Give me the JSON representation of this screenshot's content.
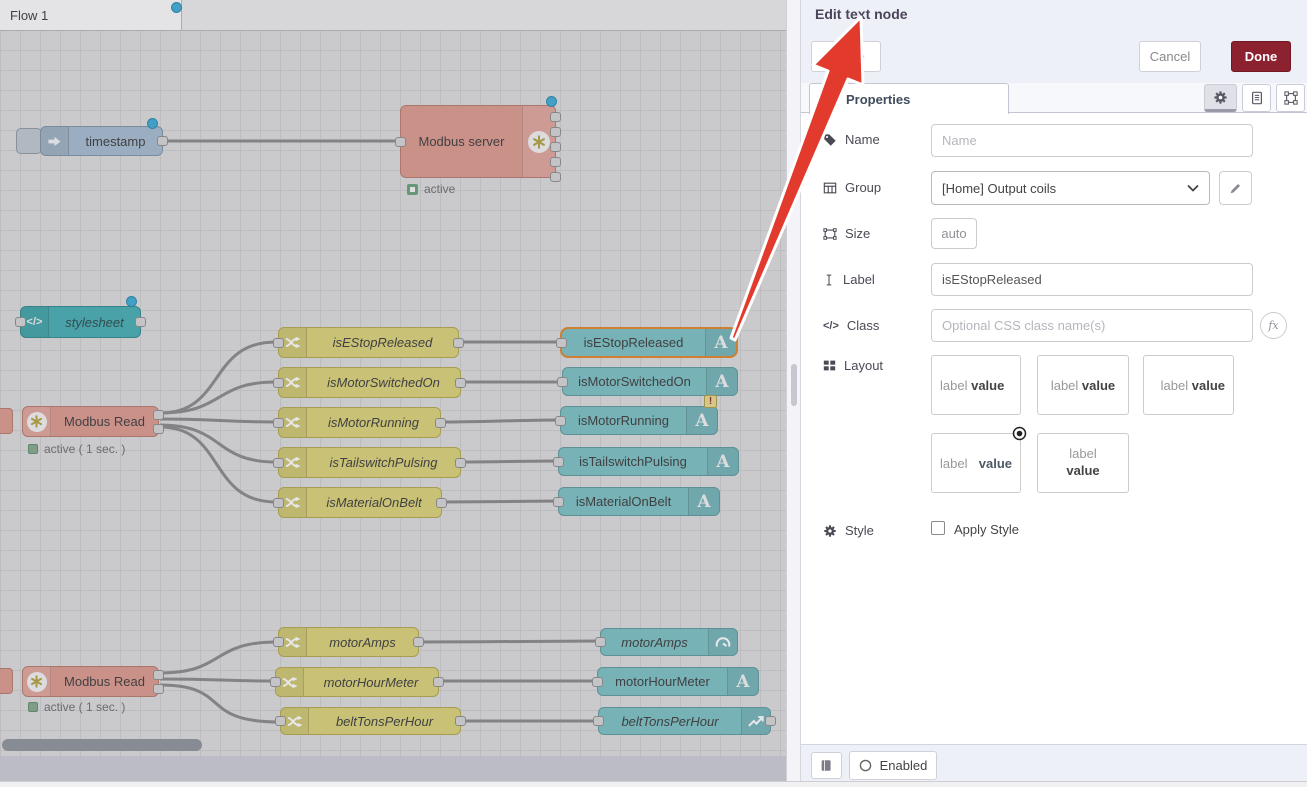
{
  "workspace": {
    "tab_label": "Flow 1",
    "nodes": {
      "timestamp": "timestamp",
      "modbus_server": {
        "label": "Modbus server",
        "status": "active"
      },
      "stylesheet": "stylesheet",
      "modbus_read_top": {
        "label": "Modbus Read",
        "status": "active ( 1 sec. )"
      },
      "modbus_read_bottom": {
        "label": "Modbus Read",
        "status": "active ( 1 sec. )"
      }
    },
    "change_top": [
      "isEStopReleased",
      "isMotorSwitchedOn",
      "isMotorRunning",
      "isTailswitchPulsing",
      "isMaterialOnBelt"
    ],
    "text_top": [
      "isEStopReleased",
      "isMotorSwitchedOn",
      "isMotorRunning",
      "isTailswitchPulsing",
      "isMaterialOnBelt"
    ],
    "change_bottom": [
      "motorAmps",
      "motorHourMeter",
      "beltTonsPerHour"
    ],
    "text_bottom": [
      "motorAmps",
      "motorHourMeter",
      "beltTonsPerHour"
    ],
    "warning_badge": "!"
  },
  "editor": {
    "title": "Edit text node",
    "buttons": {
      "delete": "Delete",
      "cancel": "Cancel",
      "done": "Done"
    },
    "tab_properties": "Properties",
    "fields": {
      "name": {
        "label": "Name",
        "placeholder": "Name"
      },
      "group": {
        "label": "Group",
        "value": "[Home] Output coils"
      },
      "size": {
        "label": "Size",
        "button": "auto"
      },
      "label": {
        "label": "Label",
        "value": "isEStopReleased"
      },
      "class": {
        "label": "Class",
        "placeholder": "Optional CSS class name(s)"
      },
      "layout": {
        "label": "Layout",
        "card_label": "label",
        "card_value": "value"
      },
      "style": {
        "label": "Style",
        "checkbox_label": "Apply Style"
      }
    },
    "footer": {
      "enabled": "Enabled"
    }
  },
  "colors": {
    "done_button": "#8c2130",
    "selection_border": "#e0862c",
    "changed_dot": "#3eabd4",
    "annotation_arrow": "#e23b2e"
  }
}
